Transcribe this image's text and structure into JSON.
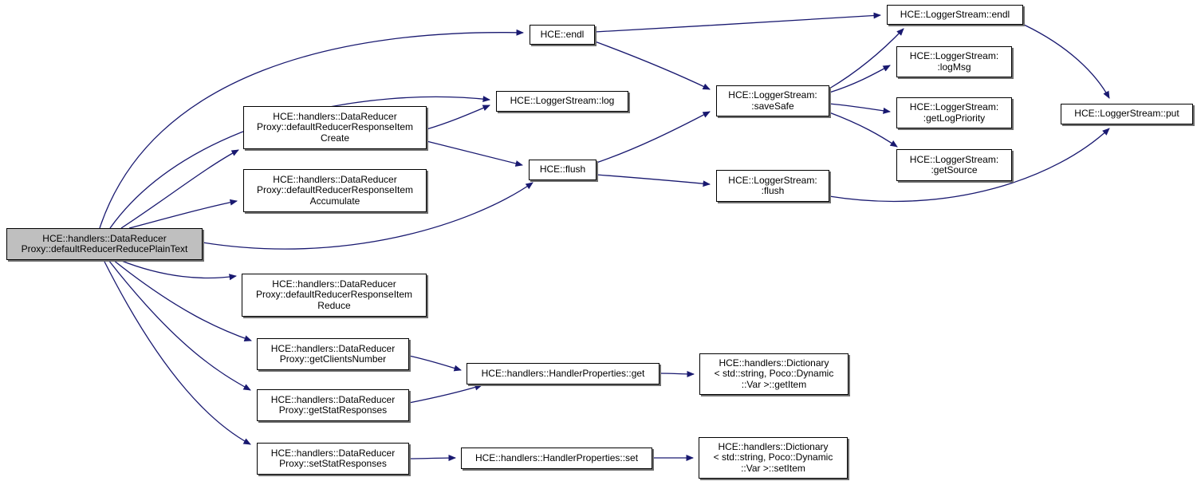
{
  "diagram": {
    "type": "call-graph",
    "colors": {
      "edge": "#191970",
      "node_border": "#000000",
      "node_fill": "#ffffff",
      "highlight_fill": "#bfbfbf",
      "background": "#ffffff",
      "text": "#000000"
    },
    "nodes": [
      {
        "id": "main",
        "label": "HCE::handlers::DataReducer\nProxy::defaultReducerReducePlainText",
        "highlight": true
      },
      {
        "id": "create",
        "label": "HCE::handlers::DataReducer\nProxy::defaultReducerResponseItem\nCreate"
      },
      {
        "id": "accumulate",
        "label": "HCE::handlers::DataReducer\nProxy::defaultReducerResponseItem\nAccumulate"
      },
      {
        "id": "reduce",
        "label": "HCE::handlers::DataReducer\nProxy::defaultReducerResponseItem\nReduce"
      },
      {
        "id": "getClientsNumber",
        "label": "HCE::handlers::DataReducer\nProxy::getClientsNumber"
      },
      {
        "id": "getStatResponses",
        "label": "HCE::handlers::DataReducer\nProxy::getStatResponses"
      },
      {
        "id": "setStatResponses",
        "label": "HCE::handlers::DataReducer\nProxy::setStatResponses"
      },
      {
        "id": "endl",
        "label": "HCE::endl"
      },
      {
        "id": "log",
        "label": "HCE::LoggerStream::log"
      },
      {
        "id": "flush",
        "label": "HCE::flush"
      },
      {
        "id": "saveSafe",
        "label": "HCE::LoggerStream:\n:saveSafe"
      },
      {
        "id": "lsFlush",
        "label": "HCE::LoggerStream:\n:flush"
      },
      {
        "id": "lsEndl",
        "label": "HCE::LoggerStream::endl"
      },
      {
        "id": "logMsg",
        "label": "HCE::LoggerStream:\n:logMsg"
      },
      {
        "id": "getLogPriority",
        "label": "HCE::LoggerStream:\n:getLogPriority"
      },
      {
        "id": "getSource",
        "label": "HCE::LoggerStream:\n:getSource"
      },
      {
        "id": "put",
        "label": "HCE::LoggerStream::put"
      },
      {
        "id": "hpGet",
        "label": "HCE::handlers::HandlerProperties::get"
      },
      {
        "id": "dictGetItem",
        "label": "HCE::handlers::Dictionary\n< std::string, Poco::Dynamic\n::Var >::getItem"
      },
      {
        "id": "hpSet",
        "label": "HCE::handlers::HandlerProperties::set"
      },
      {
        "id": "dictSetItem",
        "label": "HCE::handlers::Dictionary\n< std::string, Poco::Dynamic\n::Var >::setItem"
      }
    ],
    "edges": [
      {
        "from": "main",
        "to": "endl"
      },
      {
        "from": "main",
        "to": "log"
      },
      {
        "from": "main",
        "to": "create"
      },
      {
        "from": "main",
        "to": "accumulate"
      },
      {
        "from": "main",
        "to": "flush"
      },
      {
        "from": "main",
        "to": "reduce"
      },
      {
        "from": "main",
        "to": "getClientsNumber"
      },
      {
        "from": "main",
        "to": "getStatResponses"
      },
      {
        "from": "main",
        "to": "setStatResponses"
      },
      {
        "from": "create",
        "to": "log"
      },
      {
        "from": "create",
        "to": "flush"
      },
      {
        "from": "endl",
        "to": "lsEndl"
      },
      {
        "from": "endl",
        "to": "saveSafe"
      },
      {
        "from": "flush",
        "to": "saveSafe"
      },
      {
        "from": "flush",
        "to": "lsFlush"
      },
      {
        "from": "saveSafe",
        "to": "lsEndl"
      },
      {
        "from": "saveSafe",
        "to": "logMsg"
      },
      {
        "from": "saveSafe",
        "to": "getLogPriority"
      },
      {
        "from": "saveSafe",
        "to": "getSource"
      },
      {
        "from": "lsEndl",
        "to": "put"
      },
      {
        "from": "lsFlush",
        "to": "put"
      },
      {
        "from": "getClientsNumber",
        "to": "hpGet"
      },
      {
        "from": "getStatResponses",
        "to": "hpGet"
      },
      {
        "from": "hpGet",
        "to": "dictGetItem"
      },
      {
        "from": "setStatResponses",
        "to": "hpSet"
      },
      {
        "from": "hpSet",
        "to": "dictSetItem"
      }
    ]
  }
}
